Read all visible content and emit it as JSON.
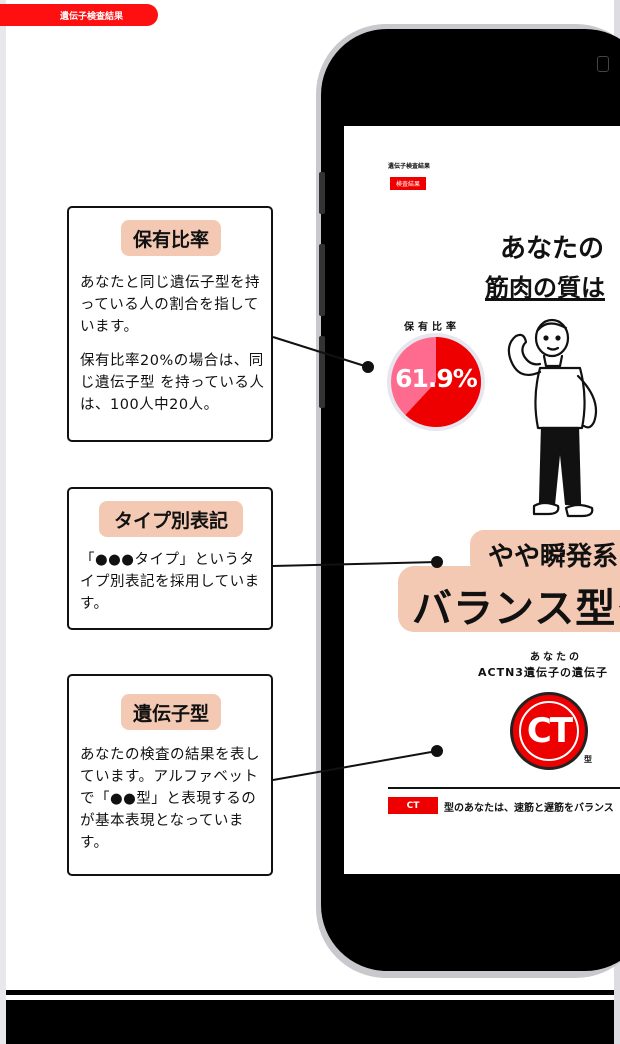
{
  "header": {
    "label": "遺伝子検査結果"
  },
  "screen": {
    "small_title": "遺伝子検査結果",
    "tag": "検査結果",
    "heading_line1": "あなたの",
    "heading_line2": "筋肉の質は",
    "ratio_label": "保有比率",
    "ratio_value": "61.9%",
    "ratio_fraction": 0.619,
    "badge_line1": "やや瞬発系",
    "badge_line2": "バランス型タ",
    "subtitle_line1": "あなたの",
    "subtitle_line2": "ACTN3遺伝子の遺伝子",
    "genotype": "CT",
    "genotype_suffix": "型",
    "genotype_tag": "CT",
    "genotype_desc": "型のあなたは、速筋と遅筋をバランス"
  },
  "callouts": [
    {
      "title": "保有比率",
      "body": [
        "あなたと同じ遺伝子型を持っている人の割合を指しています。",
        "保有比率20%の場合は、同じ遺伝子型 を持っている人は、100人中20人。"
      ]
    },
    {
      "title": "タイプ別表記",
      "body": [
        "「●●●タイプ」というタイプ別表記を採用しています。"
      ]
    },
    {
      "title": "遺伝子型",
      "body": [
        "あなたの検査の結果を表しています。アルファベットで「●●型」と表現するのが基本表現となっています。"
      ]
    }
  ],
  "colors": {
    "accent_red": "#ee0000",
    "badge_peach": "#f3c9b4",
    "donut_pink": "#ff6b8e"
  }
}
